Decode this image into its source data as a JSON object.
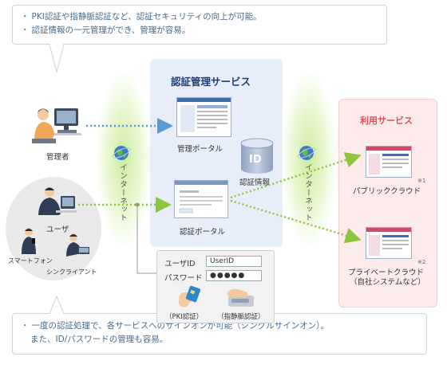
{
  "top_callout": {
    "lines": [
      "PKI認証や指静脈認証など、認証セキュリティの向上が可能。",
      "認証情報の一元管理ができ、管理が容易。"
    ]
  },
  "bottom_callout": {
    "lines": [
      "一度の認証処理で、各サービスへのサインオンが可能（シングルサインオン）。",
      "また、ID/パスワードの管理も容易。"
    ]
  },
  "bullet": "・",
  "auth_service": {
    "title": "認証管理サービス",
    "admin_portal": "管理ポータル",
    "auth_portal": "認証ポータル",
    "id_db_label": "ID",
    "auth_info": "認証情報"
  },
  "internet_label": "インターネット",
  "actors": {
    "admin": "管理者",
    "user": "ユーザ",
    "smartphone": "スマートフォン",
    "thin_client": "シンクライアント"
  },
  "login": {
    "user_id_label": "ユーザID",
    "user_id_value": "UserID",
    "password_label": "パスワード",
    "password_value": "●●●●●",
    "pki_label": "（PKI認証）",
    "vein_label": "（指静脈認証）"
  },
  "usage_services": {
    "title": "利用サービス",
    "public_cloud": "パブリッククラウド",
    "public_note": "※1",
    "private_cloud_line1": "プライベートクラウド",
    "private_cloud_line2": "（自社システムなど）",
    "private_note": "※2"
  },
  "colors": {
    "accent_blue": "#2d88c9",
    "title_red": "#e0505a",
    "connector_blue": "#5b9bd5",
    "connector_green": "#8cc63f"
  },
  "icons": [
    "person-at-pc-icon",
    "globe-icon",
    "database-icon",
    "smartphone-user-icon",
    "fingerprint-icon"
  ]
}
